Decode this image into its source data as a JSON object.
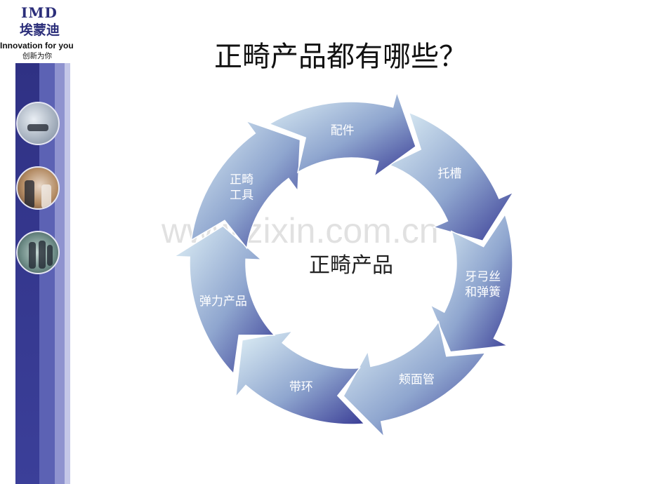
{
  "logo": {
    "brand": "IMD",
    "brand_cn": "埃蒙迪",
    "slogan": "Innovation for you",
    "slogan_cn": "创新为你"
  },
  "slide": {
    "title": "正畸产品都有哪些？",
    "watermark": "www.zixin.com.cn"
  },
  "diagram": {
    "center": "正畸产品",
    "segments": [
      {
        "lines": [
          "托槽"
        ]
      },
      {
        "lines": [
          "牙弓丝",
          "和弹簧"
        ]
      },
      {
        "lines": [
          "颊面管"
        ]
      },
      {
        "lines": [
          "带环"
        ]
      },
      {
        "lines": [
          "弹力产品"
        ]
      },
      {
        "lines": [
          "正畸",
          "工具"
        ]
      },
      {
        "lines": [
          "配件"
        ]
      }
    ]
  },
  "colors": {
    "bar_dark": "#2f3184",
    "arrow_dark": "#3a3d96",
    "arrow_light": "#dff0f6"
  }
}
